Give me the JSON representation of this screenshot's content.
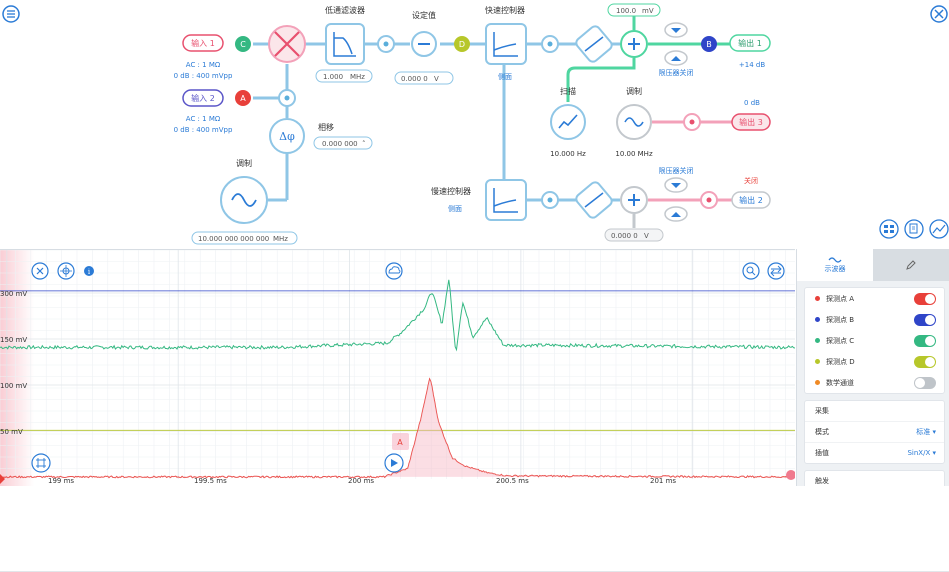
{
  "diagram": {
    "inputs": [
      {
        "label": "输入 1",
        "tag": "C",
        "coupling": "AC : 1 MΩ",
        "range": "0 dB : 400 mVpp"
      },
      {
        "label": "输入 2",
        "tag": "A",
        "coupling": "AC : 1 MΩ",
        "range": "0 dB : 400 mVpp"
      }
    ],
    "lowpass": {
      "title": "低通滤波器",
      "value": "1.000",
      "unit": "MHz"
    },
    "setpoint": {
      "title": "设定值",
      "value": "0.000 0",
      "unit": "V",
      "tag": "D"
    },
    "fast_ctrl": {
      "title": "快速控制器",
      "side": "侧面"
    },
    "slow_ctrl": {
      "title": "慢速控制器",
      "side": "侧面"
    },
    "phase": {
      "title": "相移",
      "value": "0.000 000"
    },
    "modulation": {
      "title": "调制",
      "freq": "10.000 000 000 000",
      "unit": "MHz"
    },
    "sweep": {
      "title": "扫描",
      "freq": "10.000 Hz"
    },
    "mod2": {
      "title": "调制",
      "freq": "10.00 MHz"
    },
    "offset_top": {
      "value": "100.0",
      "unit": "mV"
    },
    "offset_bottom": {
      "value": "0.000 0",
      "unit": "V"
    },
    "limiter_top": "限压器关闭",
    "limiter_bottom": "限压器关闭",
    "outputs": [
      {
        "label": "输出 1",
        "tag": "B",
        "gain": "+14 dB"
      },
      {
        "label": "输出 3",
        "gain": "0 dB"
      },
      {
        "label": "输出 2",
        "gain": "关闭"
      }
    ]
  },
  "scope": {
    "y_labels": [
      "300 mV",
      "150 mV",
      "100 mV",
      "50 mV"
    ],
    "x_labels": [
      "199 ms",
      "199.5 ms",
      "200 ms",
      "200.5 ms",
      "201 ms"
    ],
    "marker_tag": "A"
  },
  "side": {
    "tab_scope": "示波器",
    "channels": [
      {
        "name": "探测点 A",
        "color": "#e8403a",
        "on": true
      },
      {
        "name": "探测点 B",
        "color": "#2f45c8",
        "on": true
      },
      {
        "name": "探测点 C",
        "color": "#34b882",
        "on": true
      },
      {
        "name": "探测点 D",
        "color": "#b7c72a",
        "on": true
      },
      {
        "name": "数学通道",
        "color": "#f08a24",
        "on": false
      }
    ],
    "acq_title": "采集",
    "mode_label": "模式",
    "mode_value": "标准 ▾",
    "interp_label": "插值",
    "interp_value": "SinX/X ▾",
    "next_title": "触发"
  },
  "chart_data": {
    "type": "line",
    "x_range": [
      198.98,
      201.3
    ],
    "series": [
      {
        "color": "#34b882",
        "x": [
          198.98,
          199.8,
          200.11,
          200.15,
          200.18,
          200.22,
          200.24,
          200.27,
          200.29,
          200.31,
          200.33,
          200.36,
          200.4,
          200.45,
          200.6,
          201.3
        ],
        "y": [
          0.63,
          0.63,
          0.65,
          0.7,
          0.75,
          0.82,
          0.9,
          0.74,
          0.96,
          0.6,
          0.85,
          0.68,
          0.77,
          0.64,
          0.64,
          0.63
        ]
      },
      {
        "color": "#e8403a",
        "x": [
          198.98,
          200.1,
          200.17,
          200.21,
          200.235,
          200.26,
          200.3,
          200.34,
          200.4,
          200.46,
          201.3
        ],
        "y": [
          0.01,
          0.01,
          0.05,
          0.3,
          0.49,
          0.27,
          0.1,
          0.06,
          0.03,
          0.015,
          0.01
        ]
      },
      {
        "color": "#b7c72a",
        "x": [
          198.98,
          201.3
        ],
        "y": [
          0.233,
          0.233
        ]
      },
      {
        "color": "#2f45c8",
        "x": [
          198.98,
          201.3
        ],
        "y": [
          0.9,
          0.9
        ]
      }
    ]
  }
}
